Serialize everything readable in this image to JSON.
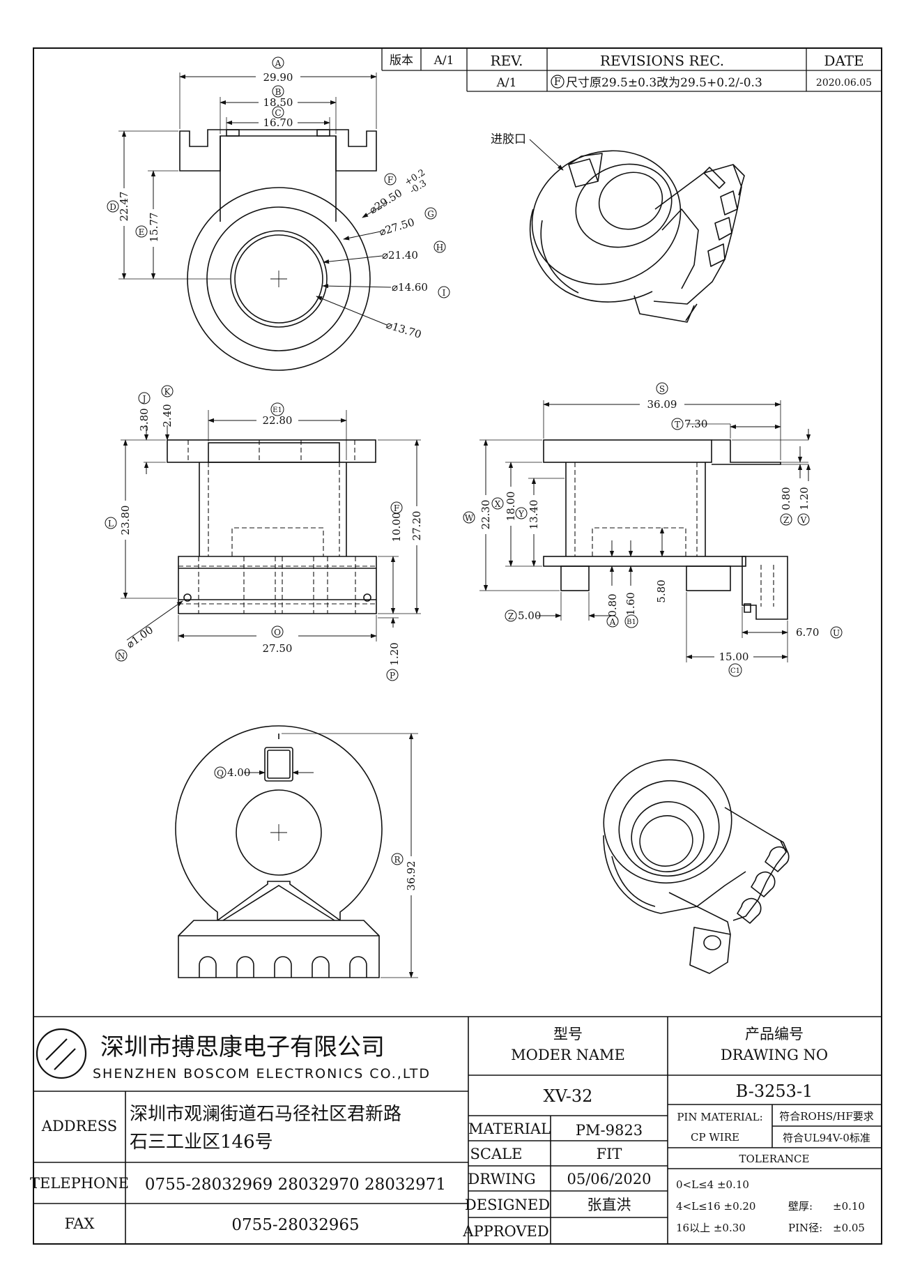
{
  "revision_block": {
    "version_label": "版本",
    "version_value": "A/1",
    "rev_header": "REV.",
    "records_header": "REVISIONS REC.",
    "date_header": "DATE",
    "rev_value": "A/1",
    "record_marker": "F",
    "record_text": "尺寸原29.5±0.3改为29.5+0.2/-0.3",
    "record_date": "2020.06.05"
  },
  "annotations": {
    "gate_label": "进胶口"
  },
  "dimensions": {
    "a": "29.90",
    "b": "18.50",
    "c": "16.70",
    "d": "22.47",
    "e": "15.77",
    "f": "⌀29.50",
    "f_tol_plus": "+0.2",
    "f_tol_minus": "-0.3",
    "g": "⌀27.50",
    "h": "⌀21.40",
    "i": "⌀14.60",
    "core_inner": "⌀13.70",
    "j": "3.80",
    "k": "2.40",
    "e2": "22.80",
    "l": "23.80",
    "f2": "10.00",
    "m": "27.20",
    "n": "⌀1.00",
    "o": "27.50",
    "p": "1.20",
    "s": "36.09",
    "t": "7.30",
    "w": "22.30",
    "x": "18.00",
    "y": "13.40",
    "z": "0.80",
    "v": "1.20",
    "z2": "5.00",
    "a2": "0.80",
    "b1": "1.60",
    "r58": "5.80",
    "u": "6.70",
    "c1": "15.00",
    "q": "4.00",
    "r": "36.92"
  },
  "markers": {
    "a": "A",
    "b": "B",
    "c": "C",
    "d": "D",
    "e": "E",
    "f": "F",
    "g": "G",
    "h": "H",
    "i": "I",
    "j": "J",
    "k": "K",
    "l": "L",
    "n": "N",
    "o": "O",
    "p": "P",
    "q": "Q",
    "r": "R",
    "s": "S",
    "t": "T",
    "u": "U",
    "v": "V",
    "w": "W",
    "x": "X",
    "y": "Y",
    "z": "Z",
    "z2": "Z",
    "a2": "A",
    "b1": "B1",
    "c1": "C1",
    "e2": "E1",
    "f2": "F"
  },
  "title_block": {
    "company_cn": "深圳市搏思康电子有限公司",
    "company_en": "SHENZHEN BOSCOM ELECTRONICS CO.,LTD",
    "model_label_cn": "型号",
    "model_label_en": "MODER NAME",
    "model_value": "XV-32",
    "drawing_label_cn": "产品编号",
    "drawing_label_en": "DRAWING NO",
    "drawing_value": "B-3253-1",
    "address_label": "ADDRESS",
    "address_line1": "深圳市观澜街道石马径社区君新路",
    "address_line2": "石三工业区146号",
    "telephone_label": "TELEPHONE",
    "telephone_value": "0755-28032969 28032970 28032971",
    "fax_label": "FAX",
    "fax_value": "0755-28032965",
    "material_label": "MATERIAL",
    "material_value": "PM-9823",
    "scale_label": "SCALE",
    "scale_value": "FIT",
    "drawing_date_label": "DRWING",
    "drawing_date_value": "05/06/2020",
    "designed_label": "DESIGNED",
    "designed_value": "张直洪",
    "approved_label": "APPROVED",
    "approved_value": "",
    "pin_material_label": "PIN MATERIAL:",
    "pin_material_value": "CP WIRE",
    "rohs": "符合ROHS/HF要求",
    "ul": "符合UL94V-0标准",
    "tolerance_label": "TOLERANCE",
    "tol_row1": "0<L≤4 ±0.10",
    "tol_row2": "4<L≤16 ±0.20",
    "tol_row3": "16以上   ±0.30",
    "wall_label": "壁厚:",
    "wall_value": "±0.10",
    "pin_dia_label": "PIN径:",
    "pin_dia_value": "±0.05"
  }
}
